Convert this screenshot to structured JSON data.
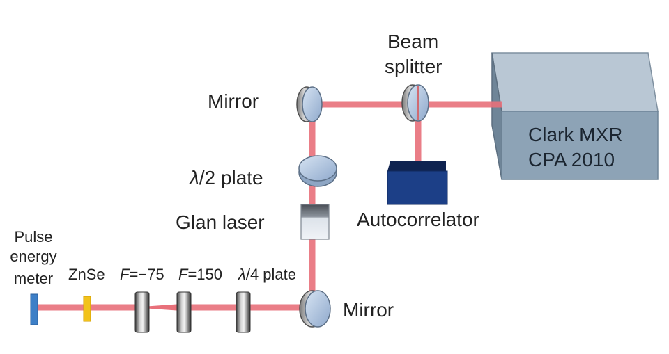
{
  "labels": {
    "beam_splitter_line1": "Beam",
    "beam_splitter_line2": "splitter",
    "mirror_top": "Mirror",
    "laser_line1": "Clark MXR",
    "laser_line2": "CPA 2010",
    "half_wave_plate_symbol": "λ",
    "half_wave_plate_rest": "/2 plate",
    "glan_laser": "Glan laser",
    "autocorrelator": "Autocorrelator",
    "pulse_energy_meter_line1": "Pulse",
    "pulse_energy_meter_line2": "energy",
    "pulse_energy_meter_line3": "meter",
    "znse": "ZnSe",
    "lens1_symbol": "F",
    "lens1_rest": "=−75",
    "lens2_symbol": "F",
    "lens2_rest": "=150",
    "quarter_wave_plate_symbol": "λ",
    "quarter_wave_plate_rest": "/4 plate",
    "mirror_bottom": "Mirror"
  },
  "colors": {
    "beam": "#e8707a",
    "laser_front": "#8da3b6",
    "laser_top": "#b9c7d4",
    "laser_side": "#6f8598",
    "autocorrelator_front": "#1c3f87",
    "autocorrelator_top": "#0f2350",
    "optic_blue": "#a9bfdc",
    "znse_yellow": "#f2c21b",
    "meter_blue": "#3d7fc7"
  }
}
